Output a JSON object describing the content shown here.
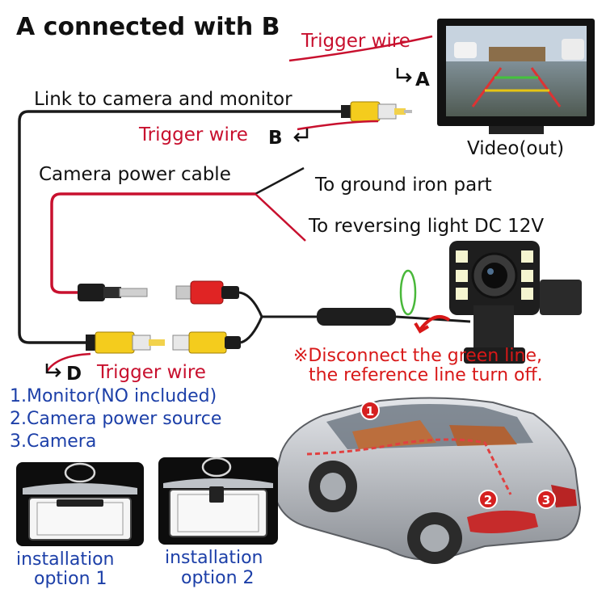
{
  "title": "A connected with B",
  "labels": {
    "trigger_wire_a": "Trigger wire",
    "letter_a": "A",
    "link_camera_monitor": "Link to camera  and monitor",
    "trigger_wire_b": "Trigger wire",
    "letter_b": "B",
    "video_out": "Video(out)",
    "camera_power_cable": "Camera power cable",
    "to_ground": "To ground iron part",
    "to_reversing_light": "To reversing light DC 12V",
    "disconnect_line1": "※Disconnect the green line,",
    "disconnect_line2": "the reference line turn off.",
    "letter_d": "D",
    "trigger_wire_d": "Trigger wire"
  },
  "components": [
    "1.Monitor(NO included)",
    "2.Camera power source",
    "3.Camera"
  ],
  "callouts": [
    "1",
    "2",
    "3"
  ],
  "installation": [
    {
      "line1": "installation",
      "line2": "option 1"
    },
    {
      "line1": "installation",
      "line2": "option 2"
    }
  ],
  "colors": {
    "trigger_red": "#c8102e",
    "note_red": "#d81818",
    "blue_text": "#1c3fa8",
    "rca_yellow": "#f4cc1d",
    "rca_red": "#e02424",
    "green_loop": "#49b83a"
  }
}
